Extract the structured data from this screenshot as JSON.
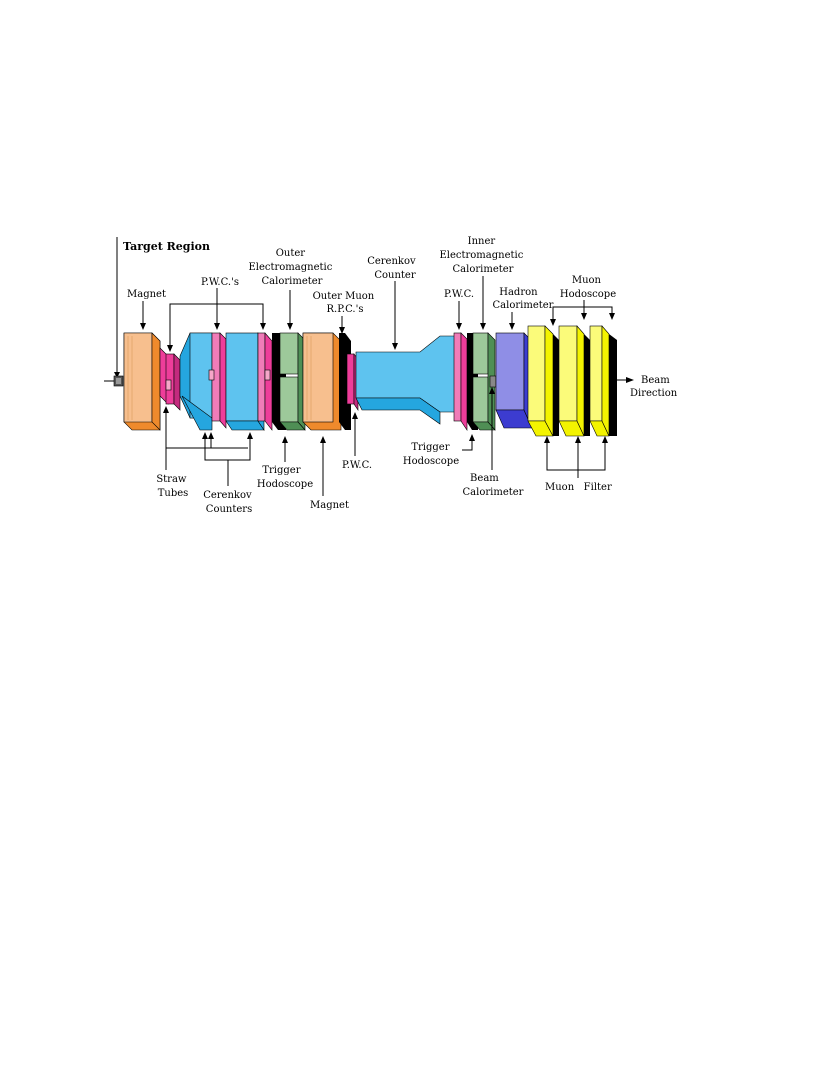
{
  "labels": {
    "target_region": "Target Region",
    "magnet_upstream": "Magnet",
    "pwc_s": "P.W.C.'s",
    "outer_em_cal": [
      "Outer",
      "Electromagnetic",
      "Calorimeter"
    ],
    "outer_muon_rpc": [
      "Outer  Muon",
      "R.P.C.'s"
    ],
    "cerenkov_counter": [
      "Cerenkov",
      "Counter"
    ],
    "pwc_right": "P.W.C.",
    "inner_em_cal": [
      "Inner",
      "Electromagnetic",
      "Calorimeter"
    ],
    "hadron_cal": [
      "Hadron",
      "Calorimeter"
    ],
    "muon_hodoscope": [
      "Muon",
      "Hodoscope"
    ],
    "beam_direction": [
      "Beam",
      "Direction"
    ],
    "straw_tubes": [
      "Straw",
      "Tubes"
    ],
    "cerenkov_counters": [
      "Cerenkov",
      "Counters"
    ],
    "trigger_hodoscope_left": [
      "Trigger",
      "Hodoscope"
    ],
    "magnet_downstream": "Magnet",
    "pwc_bottom": "P.W.C.",
    "trigger_hodoscope_right": [
      "Trigger",
      "Hodoscope"
    ],
    "beam_calorimeter": [
      "Beam",
      "Calorimeter"
    ],
    "muon_filter": "Muon   Filter"
  },
  "colors": {
    "magnet_front": "#f7bf8e",
    "magnet_side": "#ef8a2c",
    "pink": "#ee3d9a",
    "pink_light": "#f07cb8",
    "blue": "#5ec3ef",
    "blue_dark": "#25a6df",
    "green": "#9dc99a",
    "green_dark": "#4f8f55",
    "purple": "#8f8ee6",
    "purple_dark": "#3c3cd0",
    "yellow": "#fbfb7a",
    "yellow_dark": "#f3f300",
    "black": "#000000"
  }
}
